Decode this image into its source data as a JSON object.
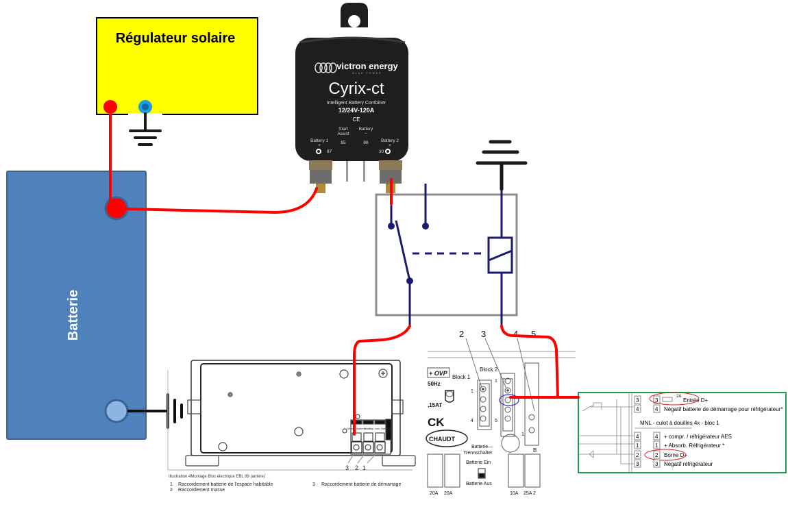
{
  "regulator": {
    "title": "Régulateur solaire",
    "fill": "#FFFF00"
  },
  "battery": {
    "label": "Batterie",
    "fill": "#4F81BD",
    "stroke": "#3A6496"
  },
  "cyrix": {
    "brand": "victron energy",
    "brand_sub": "BLUE POWER",
    "model": "Cyrix-ct",
    "subtitle": "Intelligent Battery Combiner",
    "rating": "12/24V-120A",
    "ce": "CE",
    "terminals": {
      "battery1": "Battery 1",
      "battery1_sign": "+",
      "battery1_num": "87",
      "start_assist": "Start",
      "start_assist2": "Assist",
      "start_num": "85",
      "battery_minus": "Battery",
      "battery_minus_sign": "−",
      "battery_minus_num": "86",
      "battery2": "Battery 2",
      "battery2_sign": "+",
      "battery2_num": "30"
    }
  },
  "ebl": {
    "caption": "Illustration 4Montage Bloc électrique EBL 99 (arrière)",
    "terminal_numbers": [
      "3",
      "2",
      "1"
    ],
    "terminal_labels": [
      "Démar. Batterie",
      "Moins",
      "Esp. hab. Batterie"
    ],
    "legend": [
      {
        "num": "1",
        "text": "Raccordement batterie de l'espace habitable"
      },
      {
        "num": "2",
        "text": "Raccordement masse"
      },
      {
        "num": "3",
        "text": "Raccordement batterie de démarrage"
      }
    ]
  },
  "schaudt": {
    "callouts": [
      "2",
      "3",
      "4",
      "5"
    ],
    "block1": "Block 1",
    "block2": "Block 2",
    "block1_nums": [
      "1",
      "4"
    ],
    "block2_nums": [
      "1",
      "5"
    ],
    "ovp": "+ OVP",
    "hz": "50Hz",
    "fuse": ",15AT",
    "ck": "CK",
    "logo": "CHAUDT",
    "sw_label1": "Batterie—",
    "sw_label2": "Trennschalter",
    "ein": "Batterie Ein",
    "aus": "Batterie Aus",
    "fuses": [
      "20A",
      "20A",
      "10A",
      "25A 2"
    ],
    "b_label": "B",
    "socket_num": "1"
  },
  "wiring": {
    "rows": [
      {
        "pin": "3",
        "pin2": "3",
        "text": "Entrée D+",
        "extra": "2A",
        "circled": true
      },
      {
        "pin": "4",
        "pin2": "4",
        "text": "Négatif batterie de démarrage pour réfrigérateur*",
        "circled": false
      },
      {
        "pin": "4",
        "pin2": "4",
        "text": "+ compr. / réfrigérateur AES",
        "circled": false
      },
      {
        "pin": "1",
        "pin2": "1",
        "text": "+ Absorb. Réfrigérateur *",
        "circled": false
      },
      {
        "pin": "2",
        "pin2": "2",
        "text": "Borne D+",
        "circled": true
      },
      {
        "pin": "3",
        "pin2": "3",
        "text": "Négatif réfrigérateur",
        "circled": false
      }
    ],
    "section": "MNL - culot à douilles 4x - bloc 1",
    "border": "#1E9E4A"
  },
  "colors": {
    "wire_red": "#FF0000",
    "wire_blue": "#1A1A6E",
    "relay_box": "#8C8C8C",
    "ground": "#1A1A1A"
  }
}
